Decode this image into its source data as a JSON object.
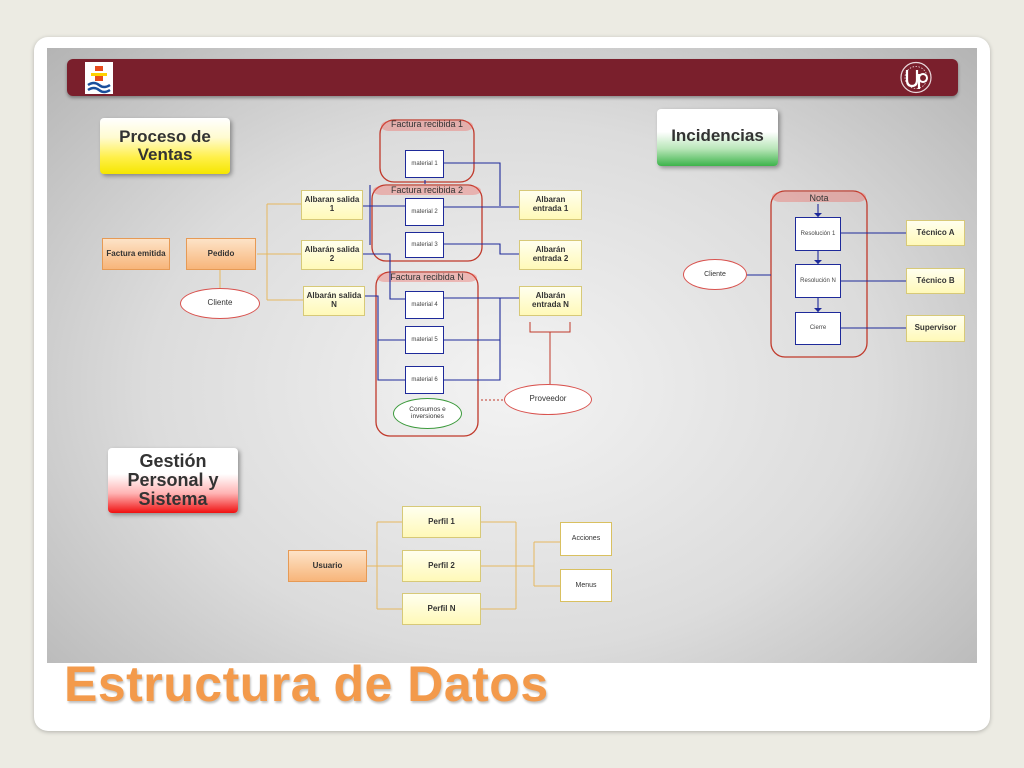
{
  "title": "Estructura de Datos",
  "sections": {
    "ventas": "Proceso de Ventas",
    "incidencias": "Incidencias",
    "gestion": "Gestión Personal y Sistema"
  },
  "ventas": {
    "factura_emitida": "Factura emitida",
    "pedido": "Pedido",
    "cliente": "Cliente",
    "albaran_salida_1": "Albaran salida 1",
    "albaran_salida_2": "Albarán salida 2",
    "albaran_salida_n": "Albarán salida N",
    "factura_recibida_1": "Factura recibida 1",
    "factura_recibida_2": "Factura recibida 2",
    "factura_recibida_n": "Factura recibida N",
    "material_1": "material 1",
    "material_2": "material 2",
    "material_3": "material 3",
    "material_4": "material 4",
    "material_5": "material 5",
    "material_6": "material 6",
    "consumos": "Consumos e inversiones",
    "albaran_entrada_1": "Albaran entrada 1",
    "albaran_entrada_2": "Albarán entrada 2",
    "albaran_entrada_n": "Albarán entrada N",
    "proveedor": "Proveedor"
  },
  "incidencias": {
    "nota": "Nota",
    "cliente": "Cliente",
    "resolucion_1": "Resolución 1",
    "resolucion_n": "Resolución N",
    "cierre": "Cierre",
    "tecnico_a": "Técnico A",
    "tecnico_b": "Técnico B",
    "supervisor": "Supervisor"
  },
  "gestion": {
    "usuario": "Usuario",
    "perfil_1": "Perfil 1",
    "perfil_2": "Perfil 2",
    "perfil_n": "Perfil N",
    "acciones": "Acciones",
    "menus": "Menus"
  },
  "colors": {
    "banner": "#7a1f2c",
    "title": "#f39a4b",
    "connector": "#1e2a9a",
    "container": "#c0392b"
  }
}
